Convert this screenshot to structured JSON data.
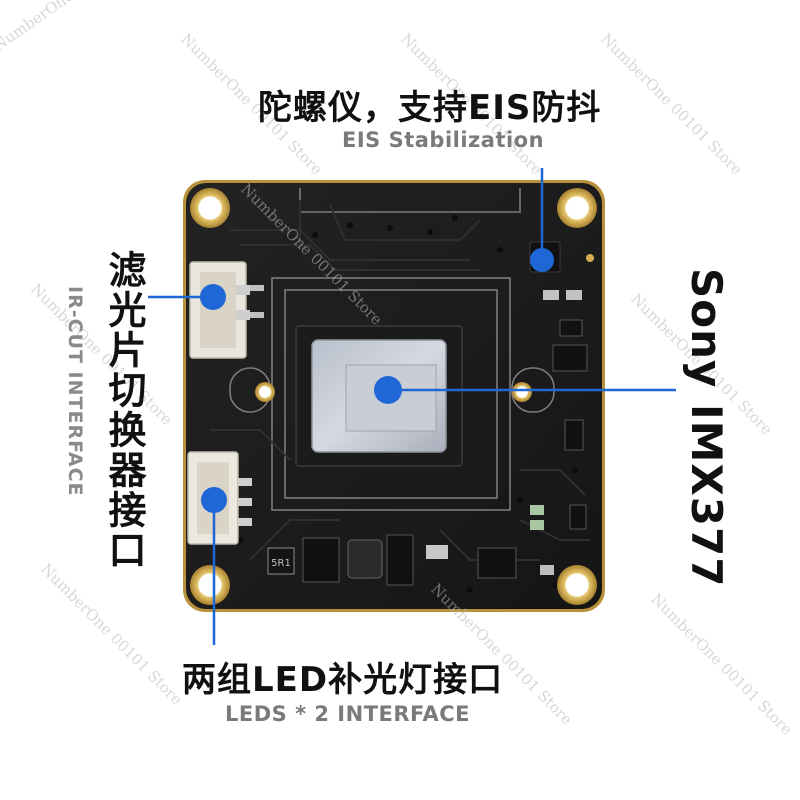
{
  "labels": {
    "gyro_zh": "陀螺仪，支持EIS防抖",
    "gyro_en": "EIS Stabilization",
    "ircut_zh": "滤光片切换器接口",
    "ircut_en": "IR-CUT INTERFACE",
    "sensor": "Sony IMX377",
    "leds_zh": "两组LED补光灯接口",
    "leds_en": "LEDS * 2 INTERFACE"
  },
  "board": {
    "component_marking": "5R1"
  },
  "watermark": {
    "text": "NumberOne 00101 Store"
  },
  "colors": {
    "callout_blue": "#1f66d6",
    "pcb": "#1a1a1a",
    "gold": "#c9a24a"
  }
}
